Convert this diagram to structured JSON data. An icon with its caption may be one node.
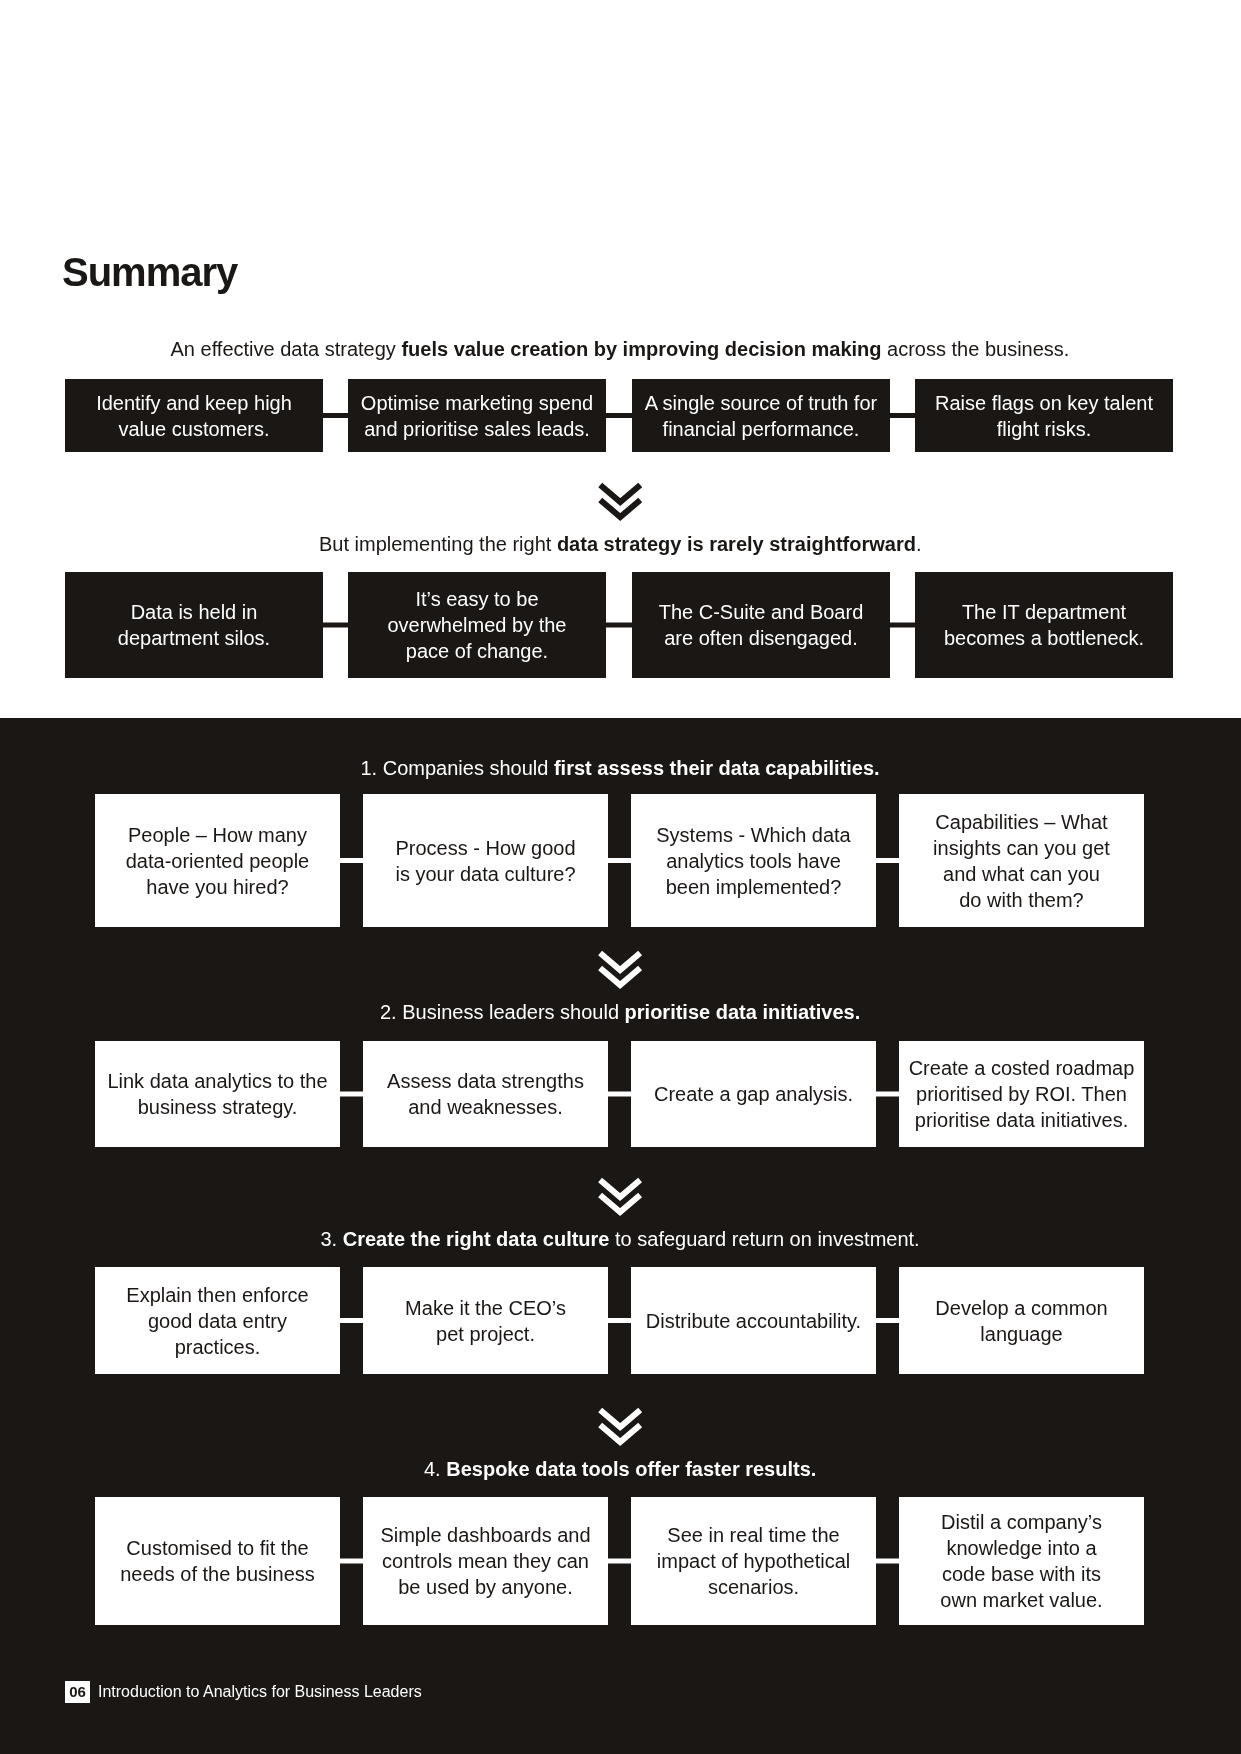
{
  "diagram": {
    "title": "Summary",
    "nodes": [
      {
        "text": [
          "Identify and keep high value customers."
        ]
      },
      {
        "text": [
          "Optimise marketing spend and prioritise sales leads."
        ]
      },
      {
        "text": [
          "A single source of truth for financial performance."
        ]
      },
      {
        "text": [
          "Raise flags on key talent flight risks."
        ]
      },
      {
        "text": [
          "But implementing the right **data strategy is rarely straightforward**."
        ]
      },
      {
        "text": [
          "Data is held in department silos."
        ]
      },
      {
        "text": [
          "It’s easy to be overwhelmed by the pace of change."
        ]
      },
      {
        "text": [
          "The C-Suite and Board are often disengaged."
        ]
      },
      {
        "text": [
          "The IT department becomes a bottleneck."
        ]
      },
      {
        "text": [
          "1. Companies should **first assess their data capabilities.**"
        ]
      },
      {
        "text": [
          "People – How many data-oriented people have you hired?"
        ],
        "in": 9
      },
      {
        "text": [
          "Process - How good is your data culture?"
        ],
        "in": 9
      },
      {
        "text": [
          "Systems - Which data analytics tools have been implemented?"
        ],
        "in": 9
      },
      {
        "text": [
          "Capabilities – What insights can you get and what can you do with them?"
        ],
        "in": 9
      },
      {
        "text": [
          "2. Business leaders should **prioritise data initiatives.**"
        ],
        "in": 9
      },
      {
        "text": [
          "Link data analytics to the business strategy."
        ],
        "in": 9
      },
      {
        "text": [
          "Assess data strengths and weaknesses."
        ],
        "in": 9
      },
      {
        "text": [
          "Create a gap analysis."
        ],
        "in": 9
      },
      {
        "text": [
          "Create a costed roadmap prioritised by ROI. Then prioritise data initiatives."
        ],
        "in": 9
      },
      {
        "text": [
          "3. **Create the right data culture** to safeguard return on investment."
        ],
        "in": 9
      },
      {
        "text": [
          "Explain then enforce good data entry practices."
        ],
        "in": 9
      },
      {
        "text": [
          "Make it the CEO’s pet project."
        ],
        "in": 9
      },
      {
        "text": [
          "Distribute accountability."
        ],
        "in": 9
      },
      {
        "text": [
          "Develop a common language"
        ],
        "in": 9
      },
      {
        "text": [
          "4. **Bespoke data tools offer faster results.**"
        ],
        "in": 9
      },
      {
        "text": [
          "Customised to fit the needs of the business"
        ],
        "in": 9
      },
      {
        "text": [
          "Simple dashboards and controls mean they can be used by anyone."
        ],
        "in": 9
      },
      {
        "text": [
          "See in real time the impact of hypothetical scenarios."
        ],
        "in": 9
      },
      {
        "text": [
          "Distil a company’s knowledge into a code base with its own market value."
        ],
        "in": 9
      },
      {
        "text": [
          "06"
        ],
        "in": 9
      }
    ],
    "edges": [
      {
        "from": 0,
        "to": 1,
        "arrow": "none",
        "color": "#1b1715"
      },
      {
        "from": 1,
        "to": 2,
        "arrow": "none",
        "color": "#1b1715"
      },
      {
        "from": 2,
        "to": 3,
        "arrow": "none",
        "color": "#1b1715"
      },
      {
        "from": null,
        "to": 4,
        "arrow": "to",
        "color": "#1b1715"
      },
      {
        "from": 5,
        "to": 6,
        "arrow": "none",
        "color": "#1b1715"
      },
      {
        "from": 6,
        "to": 7,
        "arrow": "none",
        "color": "#1b1715"
      },
      {
        "from": 7,
        "to": 8,
        "arrow": "none",
        "color": "#1b1715"
      },
      {
        "from": 10,
        "to": 11,
        "arrow": "none"
      },
      {
        "from": 11,
        "to": 12,
        "arrow": "none"
      },
      {
        "from": 12,
        "to": 13,
        "arrow": "none"
      },
      {
        "from": null,
        "to": 14,
        "arrow": "to"
      },
      {
        "from": 15,
        "to": 16,
        "arrow": "none"
      },
      {
        "from": 16,
        "to": 17,
        "arrow": "none"
      },
      {
        "from": 17,
        "to": 18,
        "arrow": "none"
      },
      {
        "from": null,
        "to": 19,
        "arrow": "to"
      },
      {
        "from": 20,
        "to": 21,
        "arrow": "none"
      },
      {
        "from": 21,
        "to": 22,
        "arrow": "none"
      },
      {
        "from": 22,
        "to": 23,
        "arrow": "none"
      },
      {
        "from": null,
        "to": 24,
        "arrow": "to"
      },
      {
        "from": 25,
        "to": 26,
        "arrow": "none"
      },
      {
        "from": 26,
        "to": 27,
        "arrow": "none"
      },
      {
        "from": 27,
        "to": 28,
        "arrow": "none"
      }
    ],
    "labels": [
      "An effective data strategy **fuels value creation by improving decision making** across the business.",
      "Introduction to Analytics for Business Leaders"
    ]
  }
}
